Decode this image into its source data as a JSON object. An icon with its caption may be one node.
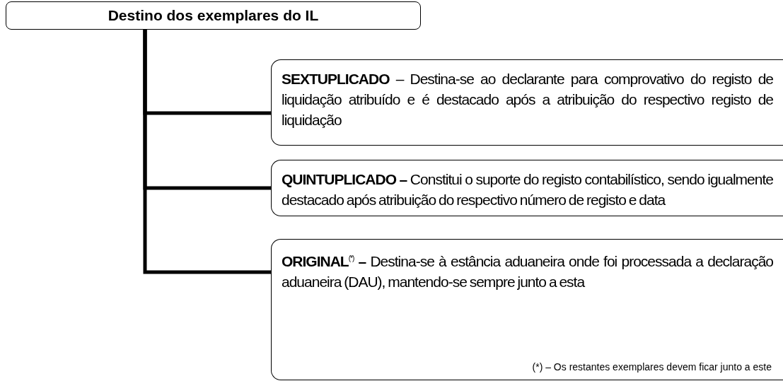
{
  "diagram": {
    "nodes": [
      {
        "text": [
          "Destino dos exemplares do IL"
        ]
      },
      {
        "text": [
          "**SEXTUPLICADO** – Destina-se ao declarante para comprovativo do registo de liquidação atribuído e é destacado após a atribuição do respectivo registo de liquidação"
        ]
      },
      {
        "text": [
          "**QUINTUPLICADO –** Constitui o suporte do registo contabilístico, sendo igualmente destacado após atribuição do respectivo número de registo e data"
        ]
      },
      {
        "text": [
          "**ORIGINAL**$^{(*)}$ **–** Destina-se à estância aduaneira onde foi processada a declaração aduaneira (DAU), mantendo-se sempre junto a esta",
          "(*) – Os restantes exemplares devem ficar junto a este"
        ]
      }
    ],
    "edges": [
      {
        "from": 0,
        "to": 1,
        "arrow": "none"
      },
      {
        "from": 0,
        "to": 2,
        "arrow": "none"
      },
      {
        "from": 0,
        "to": 3,
        "arrow": "none"
      }
    ]
  }
}
